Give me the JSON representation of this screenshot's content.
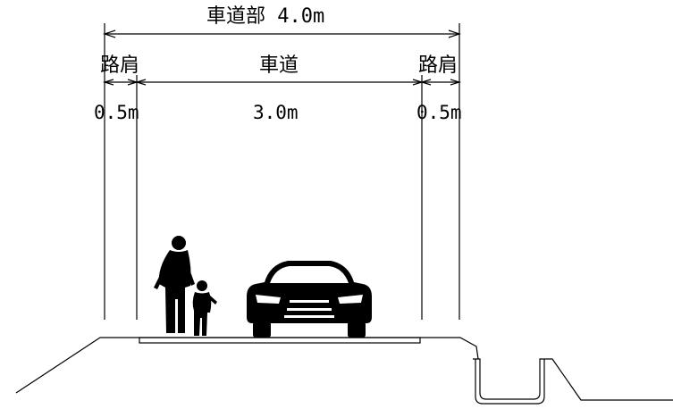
{
  "title": "車道部 4.0m",
  "left_shoulder": {
    "label": "路肩",
    "width": "0.5m"
  },
  "carriageway": {
    "label": "車道",
    "width": "3.0m"
  },
  "right_shoulder": {
    "label": "路肩",
    "width": "0.5m"
  },
  "colors": {
    "line": "#000000",
    "figure": "#000000",
    "background": "#ffffff"
  }
}
